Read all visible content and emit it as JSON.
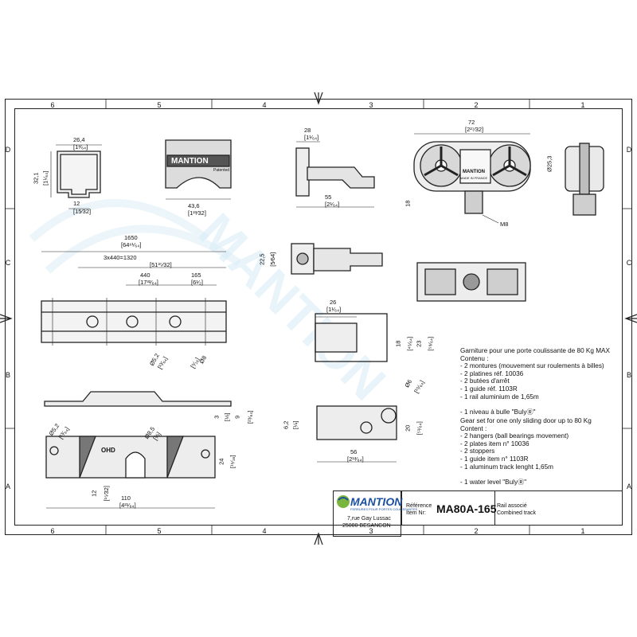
{
  "zones": {
    "columns": [
      "6",
      "5",
      "4",
      "3",
      "2",
      "1"
    ],
    "rows": [
      "D",
      "C",
      "B",
      "A"
    ]
  },
  "dimensions": {
    "rail_width": "26,4",
    "rail_width_in": "[1³⁄₆₄]",
    "rail_height": "32,1",
    "rail_height_in": "[1¹⁄₆₄]",
    "rail_lip": "12",
    "rail_lip_in": "[15⁄32]",
    "guide_width": "43,6",
    "guide_width_in": "[1²³⁄32]",
    "stopper_top": "28",
    "stopper_top_in": "[1¹⁄₆₄]",
    "stopper_len": "55",
    "stopper_len_in": "[2¹⁄₆₄]",
    "hanger_width": "72",
    "hanger_width_in": "[2²⁷⁄32]",
    "hanger_height": "18",
    "hanger_wheel_dia": "Ø25,3",
    "bolt": "M8",
    "stopper_side": "22,5",
    "stopper_side_in": "[5⁄64]",
    "track_len": "1650",
    "track_len_in": "[64⁶¹⁄₆₄]",
    "track_spacing": "3x440=1320",
    "track_spacing_in": "[51³⁵⁄32]",
    "hole_spacing": "440",
    "hole_spacing_in": "[17³²⁄₆₄]",
    "end_dist": "165",
    "end_dist_in": "[6¹⁄₂]",
    "hole_dia": "Ø5,2",
    "hole_dia_in": "[¹³⁄₆₄]",
    "hole_dia2": "Ø8",
    "hole_dia2_in": "[⁵⁄₁₆]",
    "block_w": "26",
    "block_w_in": "[1¹⁄₆₄]",
    "block_h1": "18",
    "block_h1_in": "[⁴⁵⁄₆₄]",
    "block_h2": "23",
    "block_h2_in": "[⁵⁹⁄₆₄]",
    "plate_t": "3",
    "plate_t_in": "[⅛]",
    "plate_h": "9",
    "plate_h_in": "[²³⁄₆₄]",
    "plate_hole": "Ø5,2",
    "plate_hole_in": "[¹³⁄₆₄]",
    "plate_slot": "Ø8,5",
    "plate_slot_in": "[⅜]",
    "plate_w": "24",
    "plate_w_in": "[¹⁵⁄₁₆]",
    "plate_offset": "12",
    "plate_offset_in": "[¹⁵⁄32]",
    "plate_len": "110",
    "plate_len_in": "[4²¹⁄₆₄]",
    "bracket_h": "6,2",
    "bracket_h_in": "[¼]",
    "bracket_hole": "Ø6",
    "bracket_hole_in": "[¹⁵⁄₆₄]",
    "bracket_w": "20",
    "bracket_w_in": "[⁵¹⁄₆₄]",
    "bracket_len": "56",
    "bracket_len_in": "[2¹³⁄₆₄]"
  },
  "spec_fr": [
    "Garniture pour une porte coulissante de 80 Kg MAX",
    "Contenu :",
    "- 2 montures (mouvement sur roulements à billes)",
    "- 2 platines réf. 10036",
    "- 2 butées d'arrêt",
    "- 1 guide réf. 1103R",
    "- 1 rail aluminium de 1,65m",
    "",
    "- 1 niveau à bulle \"BulyⓇ\""
  ],
  "spec_en": [
    "Gear set for one only sliding door up to 80 Kg",
    "Content :",
    "- 2 hangers (ball bearings movement)",
    "- 2 plates item n° 10036",
    "- 2 stoppers",
    "- 1 guide item n° 1103R",
    "- 1 aluminum track lenght 1,65m",
    "",
    "- 1 water level \"BulyⓇ\""
  ],
  "title_block": {
    "brand": "MANTION",
    "brand_sub": "FERRURES POUR PORTES COULISSANTES",
    "address_1": "7,rue Gay Lussac",
    "address_2": "25000 BESANCON",
    "ref_label_fr": "Référence",
    "ref_label_en": "Item Nr:",
    "ref_value": "MA80A-165",
    "desc_fr": "Rail associé",
    "desc_en": "Combined track"
  },
  "part_labels": {
    "guide_logo": "MANTION",
    "guide_patent": "Patented",
    "hanger_logo": "MANTION",
    "hanger_made": "MADE IN FRANCE",
    "plate_logo": "OHD"
  },
  "colors": {
    "line": "#222222",
    "part_fill": "#ededed",
    "part_dark": "#555555",
    "brand_blue": "#1b4fa0",
    "brand_green": "#7bb63c",
    "watermark": "#c9e4f2"
  }
}
